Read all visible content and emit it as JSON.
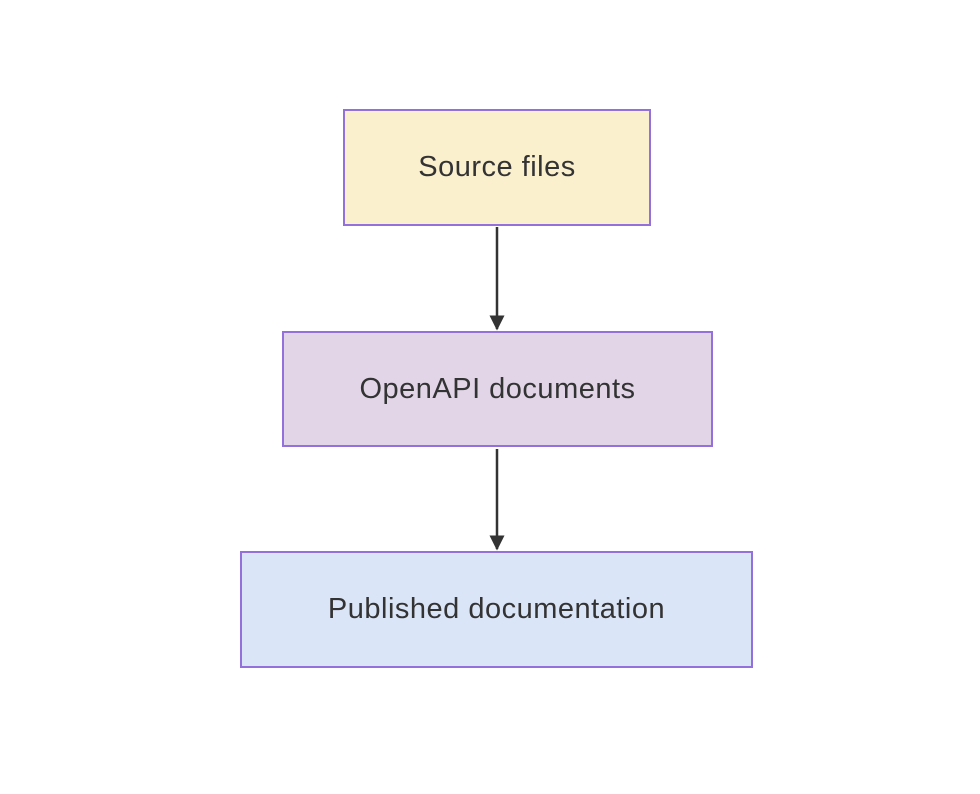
{
  "diagram": {
    "type": "flowchart",
    "direction": "top-down",
    "background_color": "#ffffff",
    "text_color": "#333333",
    "border_color": "#9370DB",
    "edge_color": "#333333",
    "nodes": [
      {
        "id": "source-files",
        "label": "Source files",
        "fill": "#FAF0CE"
      },
      {
        "id": "openapi-documents",
        "label": "OpenAPI documents",
        "fill": "#E1D5E7"
      },
      {
        "id": "published-documentation",
        "label": "Published documentation",
        "fill": "#DBE5F8"
      }
    ],
    "edges": [
      {
        "from": "source-files",
        "to": "openapi-documents"
      },
      {
        "from": "openapi-documents",
        "to": "published-documentation"
      }
    ]
  }
}
